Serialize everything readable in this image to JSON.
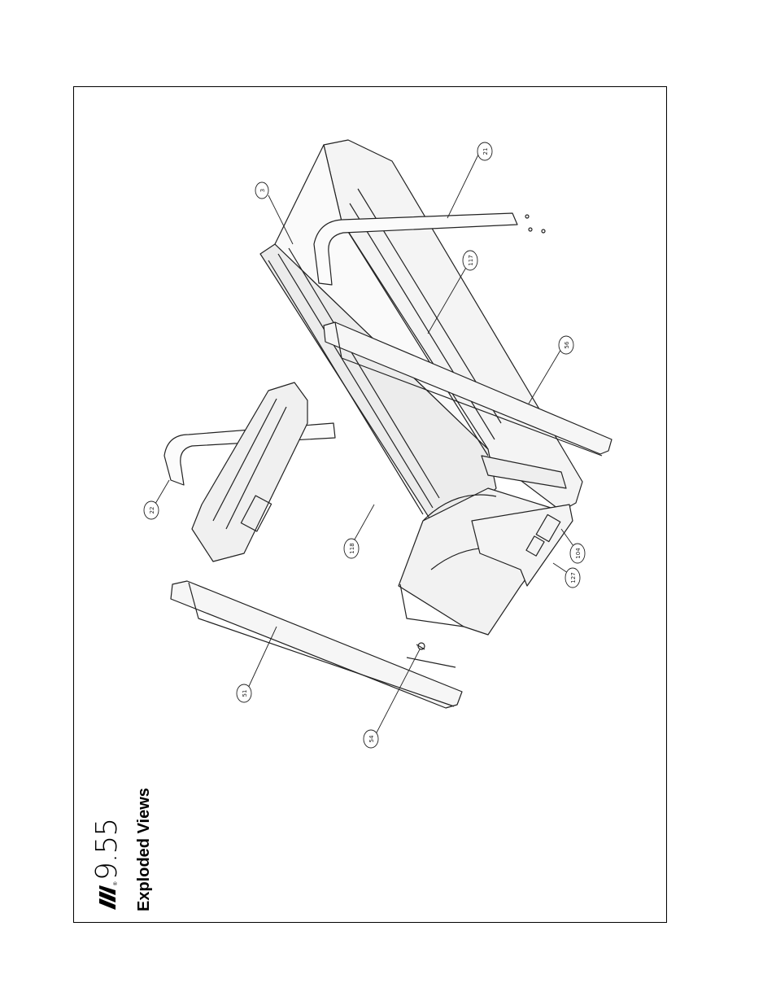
{
  "header": {
    "model": "9.55",
    "registered_mark": "®",
    "subtitle": "Exploded Views"
  },
  "logo": {
    "name": "brand-stripes-logo"
  },
  "callouts": {
    "c3": "3",
    "c21": "21",
    "c22": "22",
    "c51": "51",
    "c54": "54",
    "c56": "56",
    "c117": "117",
    "c118": "118",
    "c104": "104",
    "c127": "127"
  }
}
